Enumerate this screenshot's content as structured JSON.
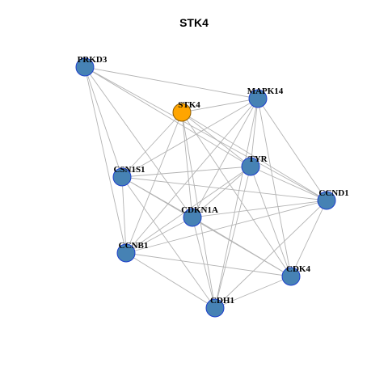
{
  "title": "STK4",
  "colors": {
    "node_fill": "#4682B4",
    "node_stroke": "#1E3FCC",
    "focus_fill": "#FFA500",
    "focus_stroke": "#8B5A00",
    "edge": "#B3B3B3"
  },
  "nodes": [
    {
      "id": "PRKD3",
      "label": "PRKD3",
      "focus": false
    },
    {
      "id": "MAPK14",
      "label": "MAPK14",
      "focus": false
    },
    {
      "id": "STK4",
      "label": "STK4",
      "focus": true
    },
    {
      "id": "TYR",
      "label": "TYR",
      "focus": false
    },
    {
      "id": "CSN1S1",
      "label": "CSN1S1",
      "focus": false
    },
    {
      "id": "CCND1",
      "label": "CCND1",
      "focus": false
    },
    {
      "id": "CDKN1A",
      "label": "CDKN1A",
      "focus": false
    },
    {
      "id": "CCNB1",
      "label": "CCNB1",
      "focus": false
    },
    {
      "id": "CDK4",
      "label": "CDK4",
      "focus": false
    },
    {
      "id": "CDH1",
      "label": "CDH1",
      "focus": false
    }
  ],
  "edges": [
    [
      "PRKD3",
      "MAPK14"
    ],
    [
      "PRKD3",
      "TYR"
    ],
    [
      "PRKD3",
      "CCND1"
    ],
    [
      "PRKD3",
      "CSN1S1"
    ],
    [
      "PRKD3",
      "CCNB1"
    ],
    [
      "PRKD3",
      "CDKN1A"
    ],
    [
      "MAPK14",
      "STK4"
    ],
    [
      "MAPK14",
      "TYR"
    ],
    [
      "MAPK14",
      "CCND1"
    ],
    [
      "MAPK14",
      "CSN1S1"
    ],
    [
      "MAPK14",
      "CDKN1A"
    ],
    [
      "MAPK14",
      "CCNB1"
    ],
    [
      "MAPK14",
      "CDK4"
    ],
    [
      "MAPK14",
      "CDH1"
    ],
    [
      "STK4",
      "TYR"
    ],
    [
      "STK4",
      "CSN1S1"
    ],
    [
      "STK4",
      "CDKN1A"
    ],
    [
      "STK4",
      "CCNB1"
    ],
    [
      "STK4",
      "CDK4"
    ],
    [
      "STK4",
      "CDH1"
    ],
    [
      "STK4",
      "CCND1"
    ],
    [
      "TYR",
      "CSN1S1"
    ],
    [
      "TYR",
      "CCND1"
    ],
    [
      "TYR",
      "CDKN1A"
    ],
    [
      "TYR",
      "CCNB1"
    ],
    [
      "TYR",
      "CDK4"
    ],
    [
      "TYR",
      "CDH1"
    ],
    [
      "CSN1S1",
      "CDKN1A"
    ],
    [
      "CSN1S1",
      "CCNB1"
    ],
    [
      "CSN1S1",
      "CDH1"
    ],
    [
      "CSN1S1",
      "CCND1"
    ],
    [
      "CSN1S1",
      "CDK4"
    ],
    [
      "CCND1",
      "CDKN1A"
    ],
    [
      "CCND1",
      "CCNB1"
    ],
    [
      "CCND1",
      "CDK4"
    ],
    [
      "CCND1",
      "CDH1"
    ],
    [
      "CDKN1A",
      "CCNB1"
    ],
    [
      "CDKN1A",
      "CDK4"
    ],
    [
      "CDKN1A",
      "CDH1"
    ],
    [
      "CCNB1",
      "CDK4"
    ],
    [
      "CCNB1",
      "CDH1"
    ],
    [
      "CDK4",
      "CDH1"
    ]
  ]
}
